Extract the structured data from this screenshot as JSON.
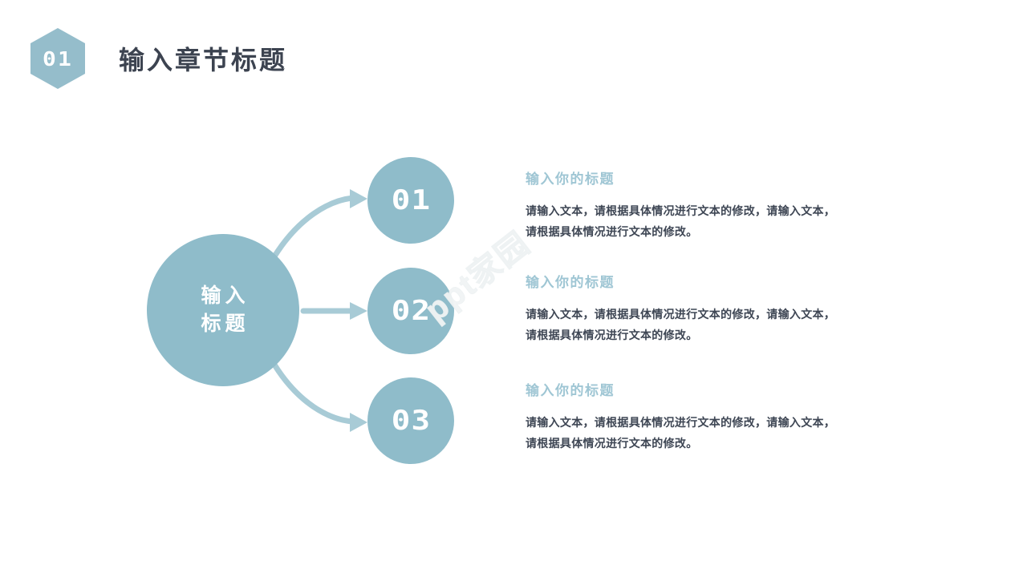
{
  "slide": {
    "background_color": "#ffffff",
    "accent_color": "#8fbcca",
    "accent_light_color": "#a8cbd6",
    "heading_color": "#9fc6d4",
    "body_color": "#3e4654",
    "title_color": "#3c4350"
  },
  "header": {
    "badge_number": "01",
    "title": "输入章节标题"
  },
  "center_node": {
    "line1": "输入",
    "line2": "标题"
  },
  "nodes": [
    {
      "number": "01"
    },
    {
      "number": "02"
    },
    {
      "number": "03"
    }
  ],
  "text_blocks": [
    {
      "heading": "输入你的标题",
      "body_line1": "请输入文本，请根据具体情况进行文本的修改，请输入文本，",
      "body_line2": "请根据具体情况进行文本的修改。"
    },
    {
      "heading": "输入你的标题",
      "body_line1": "请输入文本，请根据具体情况进行文本的修改，请输入文本，",
      "body_line2": "请根据具体情况进行文本的修改。"
    },
    {
      "heading": "输入你的标题",
      "body_line1": "请输入文本，请根据具体情况进行文本的修改，请输入文本，",
      "body_line2": "请根据具体情况进行文本的修改。"
    }
  ],
  "watermark": {
    "text": "ppt家园"
  }
}
